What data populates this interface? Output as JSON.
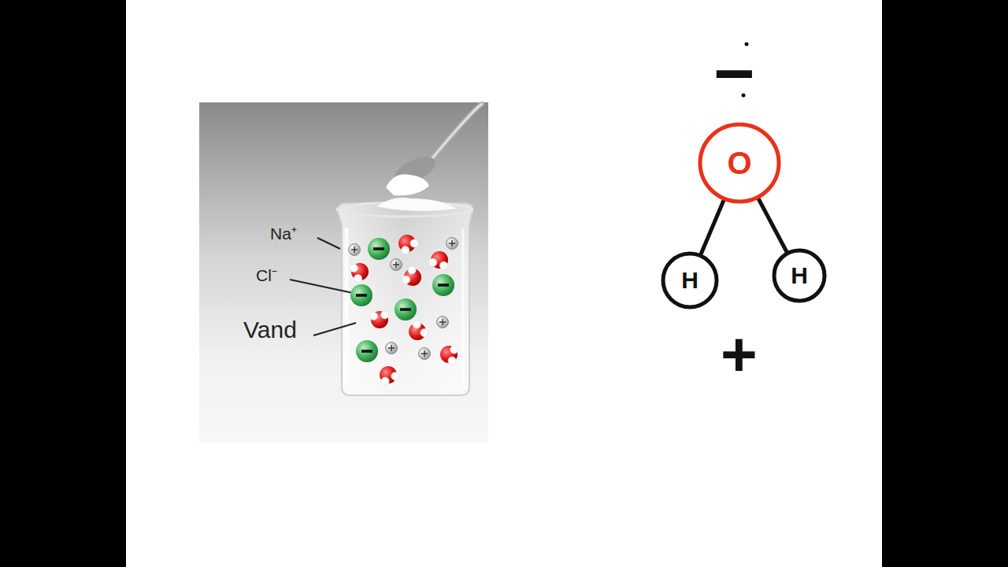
{
  "diagram": {
    "nodes": [
      {
        "text": [
          "O"
        ]
      },
      {
        "text": [
          "H"
        ]
      },
      {
        "text": [
          "H"
        ]
      }
    ],
    "edges": [
      {
        "from": 0,
        "to": 1,
        "arrow": "none"
      },
      {
        "from": 0,
        "to": 2,
        "arrow": "none"
      }
    ],
    "labels": [
      "Na⁺",
      "Cl⁻",
      "Vand",
      "−",
      "+"
    ]
  }
}
